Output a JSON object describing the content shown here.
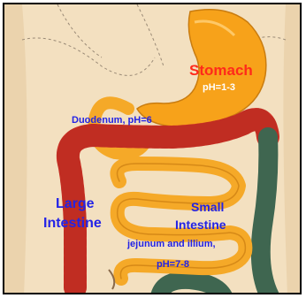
{
  "colors": {
    "skin": "#f3e0c0",
    "stomach": "#f7a21a",
    "small_intestine": "#f5a928",
    "large_intestine": "#d8362a",
    "descending_colon": "#3f6650",
    "label_blue": "#2323e6",
    "label_red": "#ff2a1a",
    "label_white": "#ffffff"
  },
  "labels": {
    "stomach_title": "Stomach",
    "stomach_ph": "pH=1-3",
    "duodenum": "Duodenum, pH=6",
    "large_intestine_line1": "Large",
    "large_intestine_line2": "Intestine",
    "small_intestine_line1": "Small",
    "small_intestine_line2": "Intestine",
    "small_intestine_line3": "jejunum and illium,",
    "small_intestine_line4": "pH=7-8"
  }
}
